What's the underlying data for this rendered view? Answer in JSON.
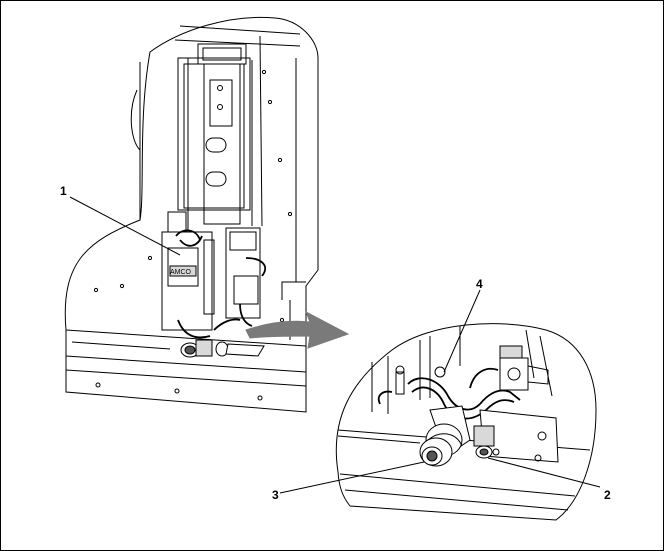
{
  "figure": {
    "callouts": [
      {
        "id": "1",
        "text": "1"
      },
      {
        "id": "2",
        "text": "2"
      },
      {
        "id": "3",
        "text": "3"
      },
      {
        "id": "4",
        "text": "4"
      }
    ],
    "plate_text": "AMCO",
    "colors": {
      "line": "#000000",
      "background": "#ffffff",
      "arrow": "#7a7a7a"
    }
  }
}
